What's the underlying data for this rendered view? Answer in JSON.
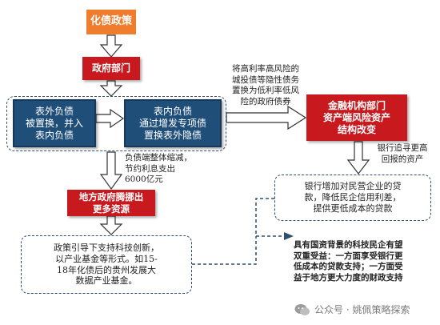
{
  "nodes": {
    "top": "化债政策",
    "gov": "政府部门",
    "offsheet": "表外负债\n被置换，并入\n表内负债",
    "onsheet": "表内负债\n通过增发专项债\n置换表外隐债",
    "finance": "金融机构部门\n资产端风险资产\n结构改变",
    "local": "地方政府腾挪出\n更多资源",
    "bank": "银行增加对民营企业的贷\n款，降低民企信用利差，\n提供更低成本的贷款",
    "policy": "政策引导下支持科技创新，\n以产业基金等形式。如15-\n18年化债后的贵州发展大\n数据产业基金。",
    "conclusion": "具有国资背景的科技民企有望\n双重受益：一方面享受银行更\n低成本的贷款支持；一方面受\n益于地方更大力度的财政支持"
  },
  "labels": {
    "swap": "将高利率高风险的\n城投债等隐性债务\n置换为低利率低风\n险的政府债券",
    "interest": "负债端整体缩减，\n节约利息支出\n6000亿元",
    "pursuit": "银行追寻更高\n回报的资产"
  },
  "watermark": "公众号 · 姚佩策略探索"
}
